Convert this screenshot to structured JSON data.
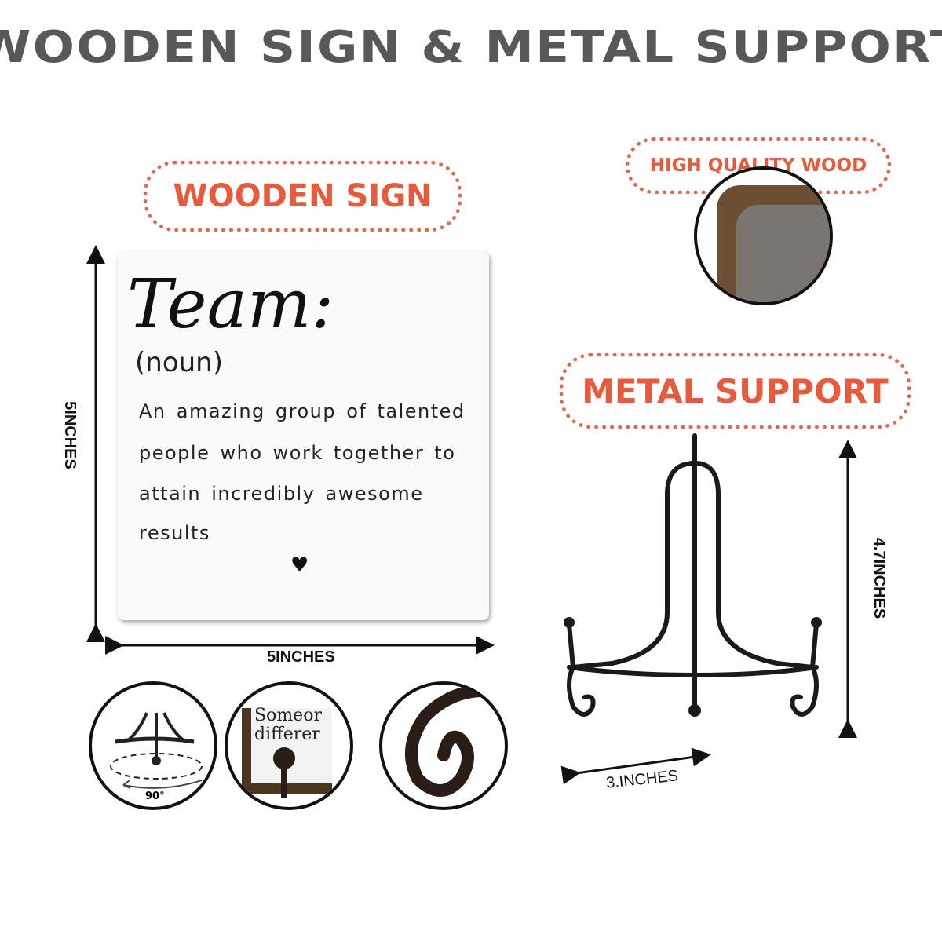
{
  "title": "WOODEN SIGN & METAL SUPPORT",
  "wooden_sign": {
    "label": "WOODEN SIGN",
    "heading": "Team:",
    "part_of_speech": "(noun)",
    "lines": [
      "An amazing group of talented",
      "people who work together to",
      "attain incredibly awesome",
      "results"
    ],
    "heart": "♥",
    "height_label": "5INCHES",
    "width_label": "5INCHES"
  },
  "details": {
    "rotation_label": "90°",
    "hook_text": [
      "Someor",
      "differer"
    ]
  },
  "wood": {
    "label": "HIGH QUALITY WOOD"
  },
  "metal_support": {
    "label": "METAL SUPPORT",
    "height_label": "4.7INCHES",
    "width_label": "3.INCHES"
  },
  "colors": {
    "accent": "#e85a3c",
    "title": "#585858",
    "wood": "#5a4630",
    "metal": "#1a1a1a"
  }
}
